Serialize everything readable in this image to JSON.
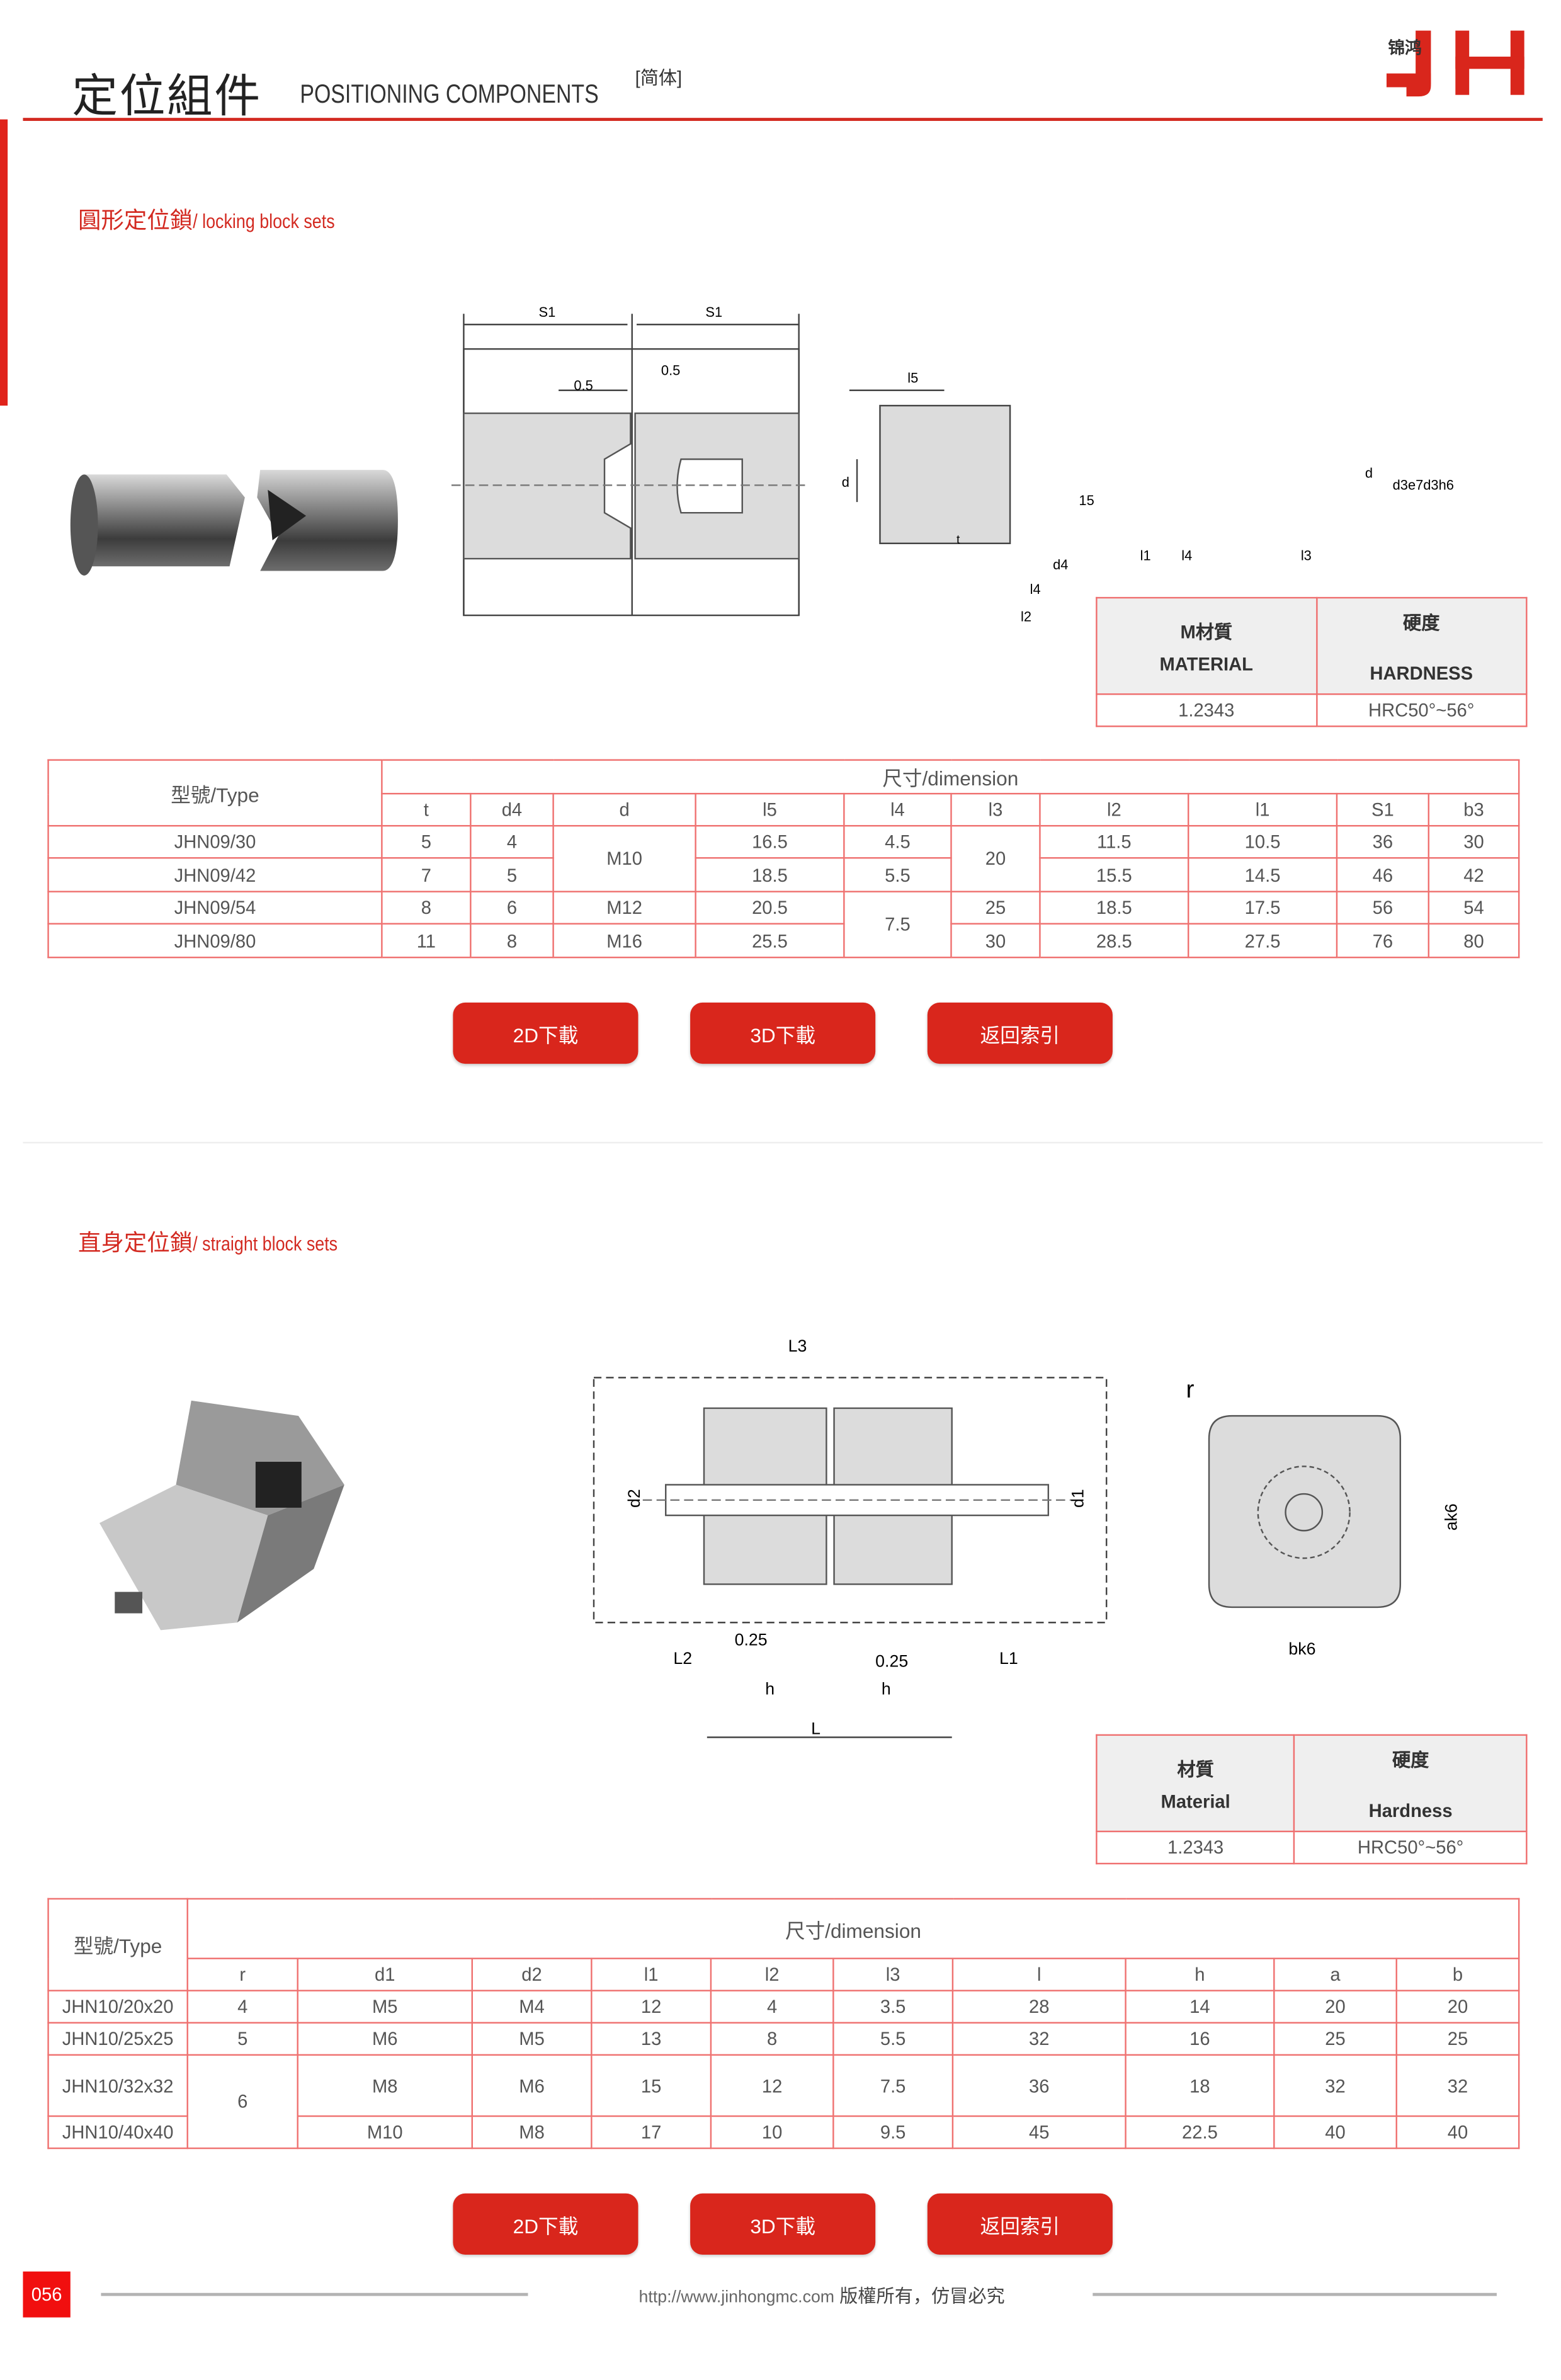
{
  "header": {
    "title_cn": "定位組件",
    "title_en": "POSITIONING COMPONENTS",
    "script_tag": "[简体]",
    "logo_text": "锦鸿",
    "logo_letters": "JH"
  },
  "colors": {
    "accent": "#d32a21",
    "button": "#d9261c",
    "table_border": "#ef7170",
    "header_bg": "#efefef"
  },
  "sections": [
    {
      "title_cn": "圓形定位鎖",
      "title_en": " / locking block sets",
      "diagram_labels": [
        "S1",
        "S1",
        "0.5",
        "0.5",
        "l5",
        "d",
        "t",
        "d4",
        "l4",
        "l2",
        "15°",
        "l1",
        "l4",
        "l3",
        "d",
        "d3e7",
        "d3h6"
      ],
      "material": {
        "material_cn": "M材質",
        "material_en": "MATERIAL",
        "hardness_cn": "硬度",
        "hardness_en": "HARDNESS",
        "material_value": "1.2343",
        "hardness_value": "HRC50°~56°"
      },
      "table": {
        "type_header": "型號/Type",
        "dimension_header": "尺寸/dimension",
        "columns": [
          "t",
          "d4",
          "d",
          "l5",
          "l4",
          "l3",
          "l2",
          "l1",
          "S1",
          "b3"
        ],
        "rows": [
          [
            "JHN09/30",
            "5",
            "4",
            "M10",
            "16.5",
            "4.5",
            "20",
            "11.5",
            "10.5",
            "36",
            "30"
          ],
          [
            "JHN09/42",
            "7",
            "5",
            null,
            "18.5",
            "5.5",
            null,
            "15.5",
            "14.5",
            "46",
            "42"
          ],
          [
            "JHN09/54",
            "8",
            "6",
            "M12",
            "20.5",
            "7.5",
            "25",
            "18.5",
            "17.5",
            "56",
            "54"
          ],
          [
            "JHN09/80",
            "11",
            "8",
            "M16",
            "25.5",
            null,
            "30",
            "28.5",
            "27.5",
            "76",
            "80"
          ]
        ]
      },
      "buttons": [
        "2D下載",
        "3D下載",
        "返回索引"
      ]
    },
    {
      "title_cn": "直身定位鎖",
      "title_en": " / straight block sets",
      "diagram_labels": [
        "L3",
        "d2",
        "d1",
        "L2",
        "0.25",
        "0.25",
        "L1",
        "h",
        "h",
        "L",
        "r",
        "ak6",
        "bk6"
      ],
      "material": {
        "material_cn": "材質",
        "material_en": "Material",
        "hardness_cn": "硬度",
        "hardness_en": "Hardness",
        "material_value": "1.2343",
        "hardness_value": "HRC50°~56°"
      },
      "table": {
        "type_header": "型號/Type",
        "dimension_header": "尺寸/dimension",
        "columns": [
          "r",
          "d1",
          "d2",
          "l1",
          "l2",
          "l3",
          "l",
          "h",
          "a",
          "b"
        ],
        "rows": [
          [
            "JHN10/20x20",
            "4",
            "M5",
            "M4",
            "12",
            "4",
            "3.5",
            "28",
            "14",
            "20",
            "20"
          ],
          [
            "JHN10/25x25",
            "5",
            "M6",
            "M5",
            "13",
            "8",
            "5.5",
            "32",
            "16",
            "25",
            "25"
          ],
          [
            "JHN10/32x32",
            "6",
            "M8",
            "M6",
            "15",
            "12",
            "7.5",
            "36",
            "18",
            "32",
            "32"
          ],
          [
            "JHN10/40x40",
            null,
            "M10",
            "M8",
            "17",
            "10",
            "9.5",
            "45",
            "22.5",
            "40",
            "40"
          ]
        ]
      },
      "buttons": [
        "2D下載",
        "3D下載",
        "返回索引"
      ]
    }
  ],
  "footer": {
    "page_number": "056",
    "url": "http://www.jinhongmc.com",
    "copyright": " 版權所有，仿冒必究"
  }
}
